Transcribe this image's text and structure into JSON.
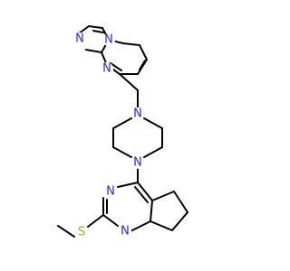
{
  "colors": {
    "bond": "#000000",
    "nitrogen": "#2a2ad6",
    "sulfur": "#b3a200",
    "background": "#ffffff"
  },
  "atoms": {
    "n_pyrazole_a": "N",
    "n_pyrazole_b": "N",
    "n_pyrimidine_top": "N",
    "n_piperazine_top": "N",
    "n_piperazine_bottom": "N",
    "n_pyrimidine_left": "N",
    "n_pyrimidine_bottom": "N",
    "s_thioether": "S"
  }
}
